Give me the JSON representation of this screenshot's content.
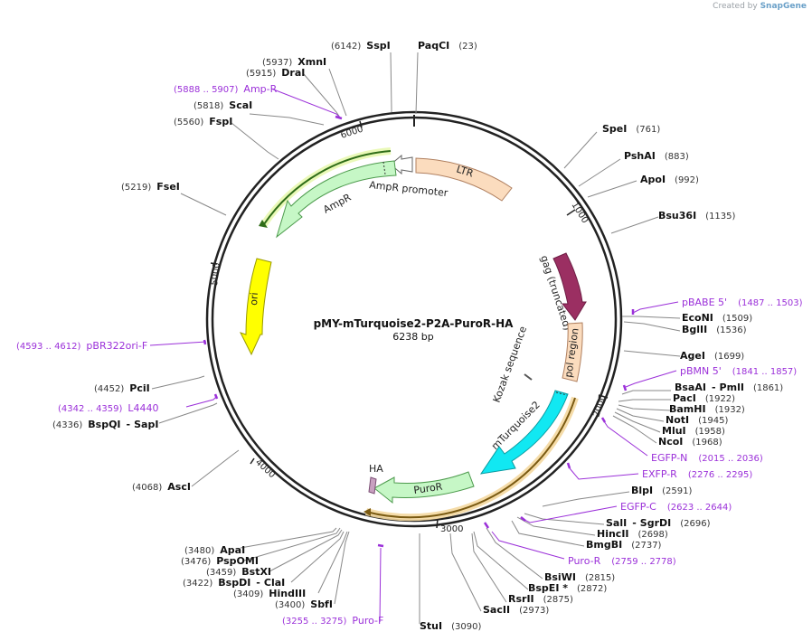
{
  "credit": {
    "prefix": "Created by",
    "brand": "SnapGene"
  },
  "plasmid": {
    "name": "pMY-mTurquoise2-P2A-PuroR-HA",
    "size_label": "6238 bp",
    "length": 6238
  },
  "ticks": [
    "1000",
    "2000",
    "3000",
    "4000",
    "5000",
    "6000"
  ],
  "features": [
    {
      "name": "LTR",
      "color": "#fbdcbe",
      "stroke": "#b08060"
    },
    {
      "name": "gag (truncated)",
      "color": "#9b2f62",
      "stroke": "#6e1e44"
    },
    {
      "name": "pol region",
      "color": "#fbdcbe",
      "stroke": "#b08060"
    },
    {
      "name": "Kozak sequence",
      "color": "#555555",
      "stroke": "#555555"
    },
    {
      "name": "mTurquoise2",
      "color": "#11e8f2",
      "stroke": "#0a9aa0"
    },
    {
      "name": "PuroR",
      "color": "#c6f7c6",
      "stroke": "#4c9a4c"
    },
    {
      "name": "HA",
      "color": "#c8a0c0",
      "stroke": "#7a4e74"
    },
    {
      "name": "ori",
      "color": "#ffff00",
      "stroke": "#999900"
    },
    {
      "name": "AmpR",
      "color": "#c6f7c6",
      "stroke": "#4c9a4c"
    },
    {
      "name": "AmpR promoter",
      "color": "#ffffff",
      "stroke": "#666666"
    }
  ],
  "sites": [
    {
      "name": "SspI",
      "pos": "(6142)"
    },
    {
      "name": "PaqCI",
      "pos": "(23)"
    },
    {
      "name": "XmnI",
      "pos": "(5937)"
    },
    {
      "name": "DraI",
      "pos": "(5915)"
    },
    {
      "name": "ScaI",
      "pos": "(5818)"
    },
    {
      "name": "FspI",
      "pos": "(5560)"
    },
    {
      "name": "FseI",
      "pos": "(5219)"
    },
    {
      "name": "SpeI",
      "pos": "(761)"
    },
    {
      "name": "PshAI",
      "pos": "(883)"
    },
    {
      "name": "ApoI",
      "pos": "(992)"
    },
    {
      "name": "Bsu36I",
      "pos": "(1135)"
    },
    {
      "name": "EcoNI",
      "pos": "(1509)"
    },
    {
      "name": "BglII",
      "pos": "(1536)"
    },
    {
      "name": "AgeI",
      "pos": "(1699)"
    },
    {
      "name": "BsaAI",
      "pos": "(1861)",
      "name2": "PmlI"
    },
    {
      "name": "PacI",
      "pos": "(1922)"
    },
    {
      "name": "BamHI",
      "pos": "(1932)"
    },
    {
      "name": "NotI",
      "pos": "(1945)"
    },
    {
      "name": "MluI",
      "pos": "(1958)"
    },
    {
      "name": "NcoI",
      "pos": "(1968)"
    },
    {
      "name": "BlpI",
      "pos": "(2591)"
    },
    {
      "name": "SalI",
      "pos": "(2696)",
      "name2": "SgrDI"
    },
    {
      "name": "HincII",
      "pos": "(2698)"
    },
    {
      "name": "BmgBI",
      "pos": "(2737)"
    },
    {
      "name": "BsiWI",
      "pos": "(2815)"
    },
    {
      "name": "BspEI *",
      "pos": "(2872)"
    },
    {
      "name": "RsrII",
      "pos": "(2875)"
    },
    {
      "name": "SacII",
      "pos": "(2973)"
    },
    {
      "name": "StuI",
      "pos": "(3090)"
    },
    {
      "name": "SbfI",
      "pos": "(3400)"
    },
    {
      "name": "HindIII",
      "pos": "(3409)"
    },
    {
      "name": "BspDI",
      "pos": "(3422)",
      "name2": "ClaI"
    },
    {
      "name": "BstXI",
      "pos": "(3459)"
    },
    {
      "name": "PspOMI",
      "pos": "(3476)"
    },
    {
      "name": "ApaI",
      "pos": "(3480)"
    },
    {
      "name": "AscI",
      "pos": "(4068)"
    },
    {
      "name": "BspQI",
      "pos": "(4336)",
      "name2": "SapI"
    },
    {
      "name": "PciI",
      "pos": "(4452)"
    }
  ],
  "primers": [
    {
      "name": "Amp-R",
      "pos": "(5888 .. 5907)"
    },
    {
      "name": "pBABE 5'",
      "pos": "(1487 .. 1503)"
    },
    {
      "name": "pBMN 5'",
      "pos": "(1841 .. 1857)"
    },
    {
      "name": "EGFP-N",
      "pos": "(2015 .. 2036)"
    },
    {
      "name": "EXFP-R",
      "pos": "(2276 .. 2295)"
    },
    {
      "name": "EGFP-C",
      "pos": "(2623 .. 2644)"
    },
    {
      "name": "Puro-R",
      "pos": "(2759 .. 2778)"
    },
    {
      "name": "Puro-F",
      "pos": "(3255 .. 3275)"
    },
    {
      "name": "L4440",
      "pos": "(4342 .. 4359)"
    },
    {
      "name": "pBR322ori-F",
      "pos": "(4593 .. 4612)"
    }
  ]
}
